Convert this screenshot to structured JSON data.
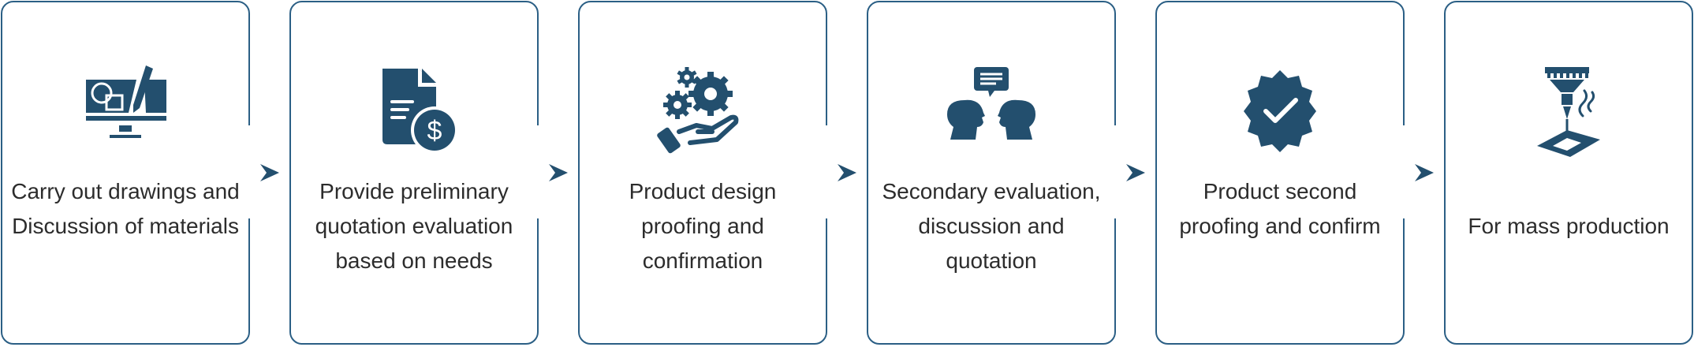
{
  "colors": {
    "accent": "#2b5f85",
    "icon": "#234f6e",
    "text": "#2c2c2c"
  },
  "steps": [
    {
      "label": "Carry out drawings and Discussion of materials",
      "icon": "design-monitor-icon"
    },
    {
      "label": "Provide preliminary quotation evaluation based on needs",
      "icon": "quotation-document-icon"
    },
    {
      "label": "Product design proofing and confirmation",
      "icon": "gears-hand-icon"
    },
    {
      "label": "Secondary evaluation, discussion and quotation",
      "icon": "discussion-heads-icon"
    },
    {
      "label": "Product second proofing and confirm",
      "icon": "verified-badge-icon"
    },
    {
      "label": "For mass production",
      "icon": "laser-machine-icon"
    }
  ],
  "connector_icon": "chevron-right-icon"
}
